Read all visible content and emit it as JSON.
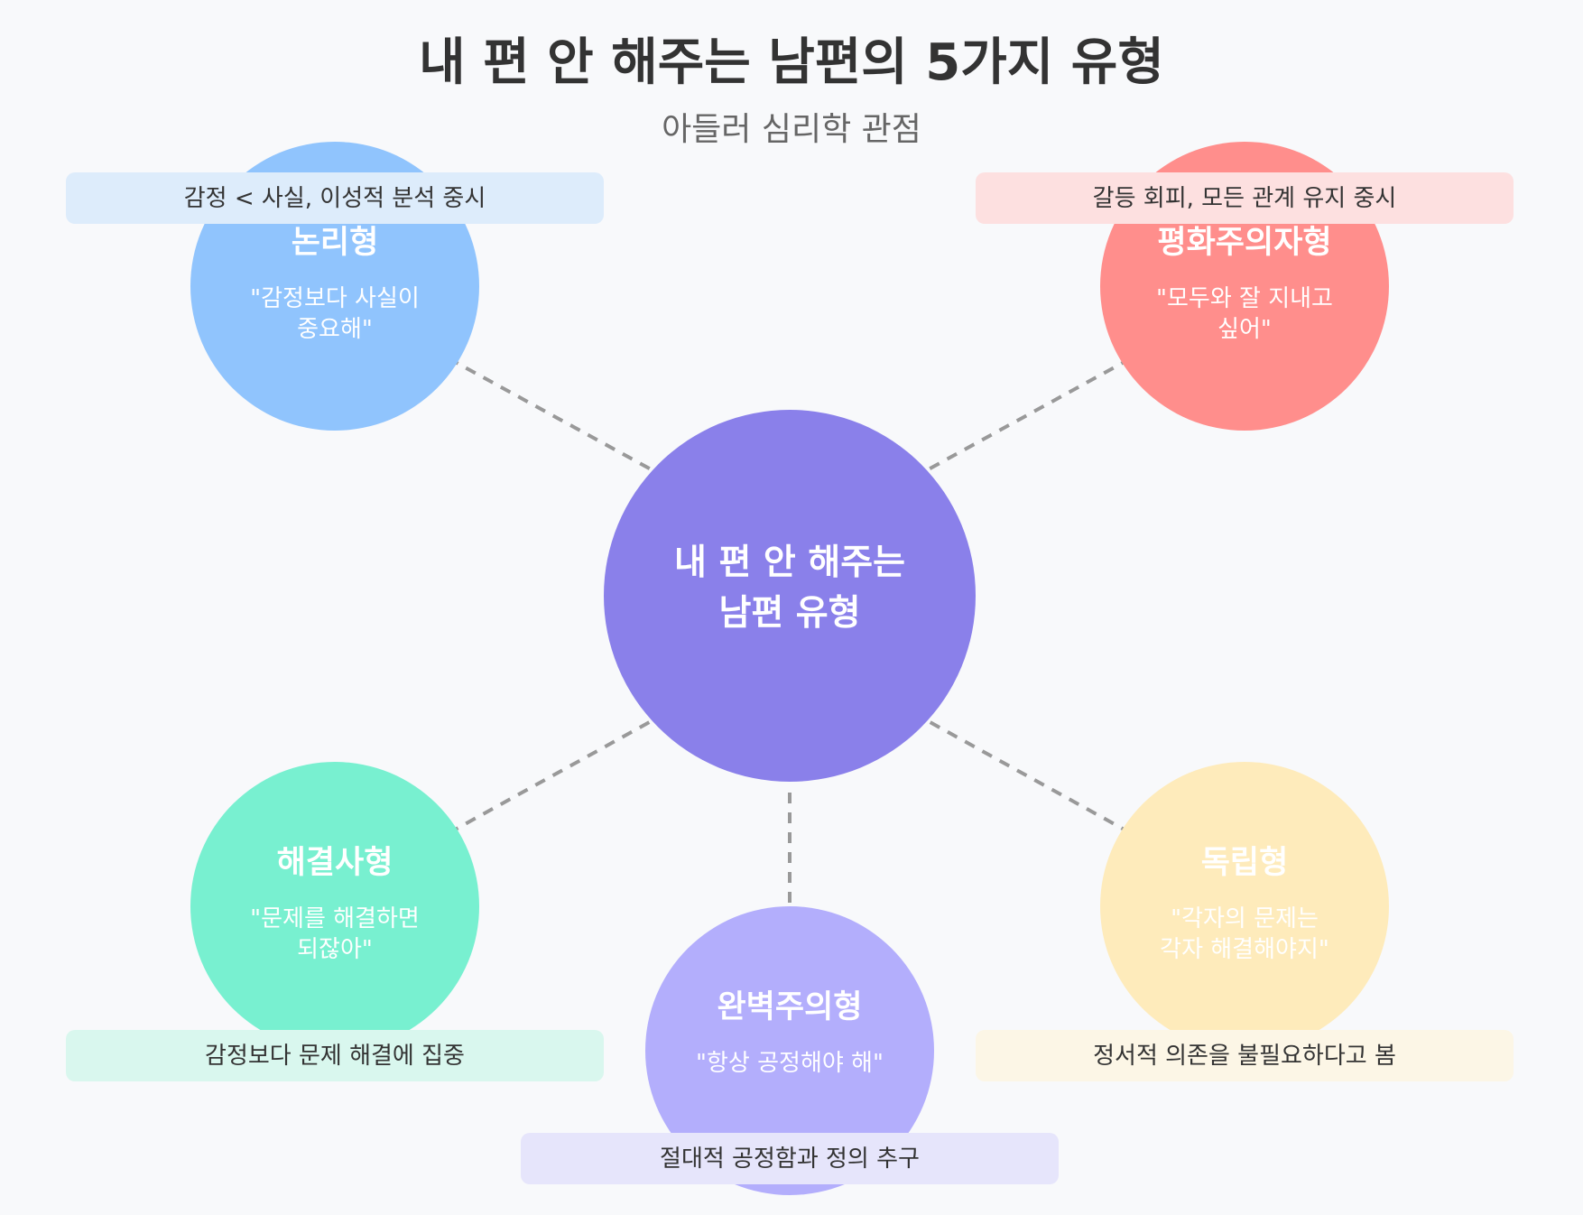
{
  "diagram": {
    "title": "내 편 안 해주는 남편의 5가지 유형",
    "subtitle": "아들러 심리학 관점",
    "center": {
      "lines": [
        "내 편 안 해주는",
        "남편 유형"
      ],
      "color": "#8a80ea"
    },
    "nodes": [
      {
        "id": "logic",
        "title": "논리형",
        "quote": [
          "\"감정보다 사실이",
          "중요해\""
        ],
        "description": "감정 < 사실, 이성적 분석 중시",
        "color": "#90c4fd",
        "desc_color": "#ddecfb"
      },
      {
        "id": "peace",
        "title": "평화주의자형",
        "quote": [
          "\"모두와 잘 지내고",
          "싶어\""
        ],
        "description": "갈등 회피, 모든 관계 유지 중시",
        "color": "#ff8e8c",
        "desc_color": "#fde0e0"
      },
      {
        "id": "solver",
        "title": "해결사형",
        "quote": [
          "\"문제를 해결하면",
          "되잖아\""
        ],
        "description": "감정보다 문제 해결에 집중",
        "color": "#78f0d0",
        "desc_color": "#d9f7ee"
      },
      {
        "id": "perfect",
        "title": "완벽주의형",
        "quote": [
          "\"항상 공정해야 해\""
        ],
        "description": "절대적 공정함과 정의 추구",
        "color": "#b3aefc",
        "desc_color": "#e6e5fb"
      },
      {
        "id": "independent",
        "title": "독립형",
        "quote": [
          "\"각자의 문제는",
          "각자 해결해야지\""
        ],
        "description": "정서적 의존을 불필요하다고 봄",
        "color": "#feebbb",
        "desc_color": "#fcf6e6"
      }
    ]
  }
}
